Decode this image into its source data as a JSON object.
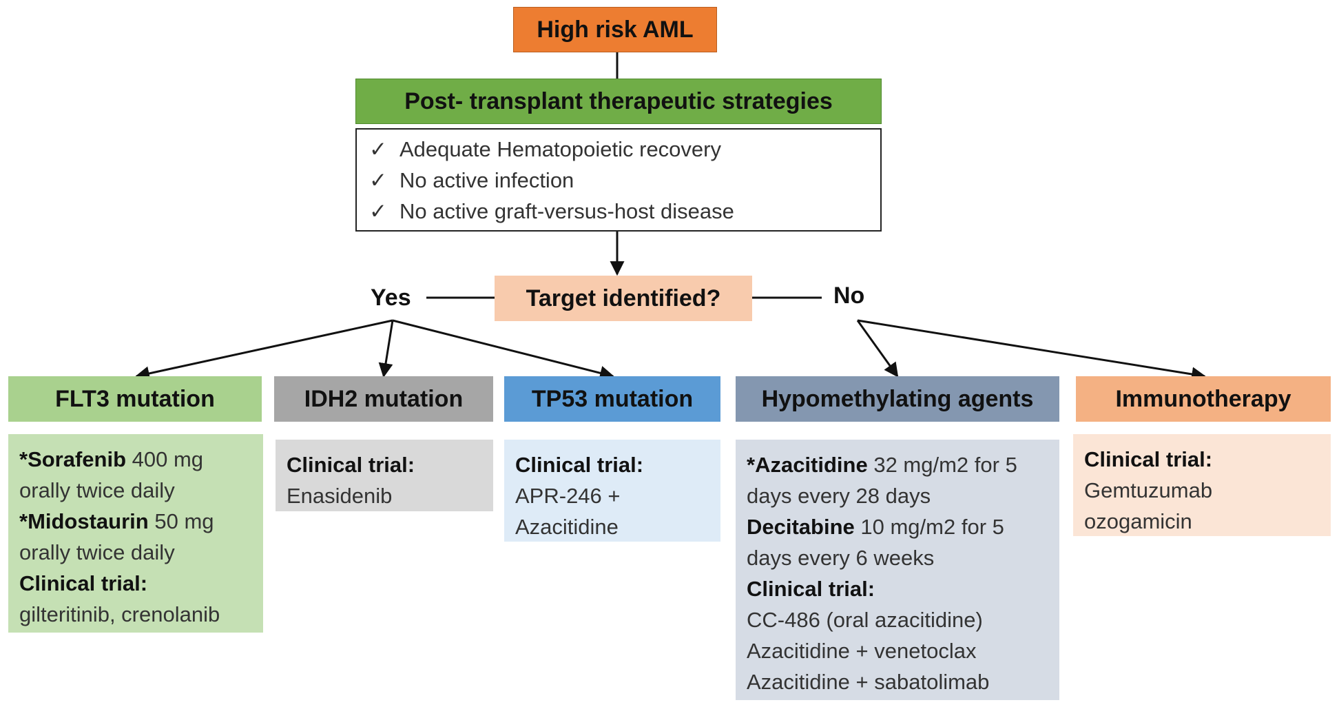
{
  "colors": {
    "root": "#ED7D31",
    "strategy": "#70AD47",
    "question": "#F8CBAD",
    "flt3_header": "#A9D18E",
    "flt3_body": "#C5E0B4",
    "idh2_header": "#A6A6A6",
    "idh2_body": "#D9D9D9",
    "tp53_header": "#5B9BD5",
    "tp53_body": "#DEEBF7",
    "hma_header": "#8497B0",
    "hma_body": "#D6DCE5",
    "immuno_header": "#F4B183",
    "immuno_body": "#FBE5D6"
  },
  "root": {
    "label": "High risk AML"
  },
  "strategy": {
    "title": "Post- transplant therapeutic strategies",
    "checks": [
      "Adequate Hematopoietic recovery",
      "No active infection",
      "No active graft-versus-host disease"
    ],
    "check_icon": "check-mark-icon"
  },
  "question": {
    "label": "Target identified?",
    "yes": "Yes",
    "no": "No"
  },
  "branches": {
    "flt3": {
      "title": "FLT3 mutation",
      "lines": [
        {
          "b": "*Sorafenib",
          "t": " 400 mg"
        },
        {
          "t": "orally twice daily"
        },
        {
          "b": "*Midostaurin",
          "t": " 50 mg"
        },
        {
          "t": "orally twice daily"
        },
        {
          "b": "Clinical trial:"
        },
        {
          "t": "gilteritinib, crenolanib"
        }
      ]
    },
    "idh2": {
      "title": "IDH2 mutation",
      "lines": [
        {
          "b": "Clinical trial:"
        },
        {
          "t": "Enasidenib"
        }
      ]
    },
    "tp53": {
      "title": "TP53 mutation",
      "lines": [
        {
          "b": "Clinical trial:"
        },
        {
          "t": "APR-246 +"
        },
        {
          "t": "Azacitidine"
        }
      ]
    },
    "hma": {
      "title": "Hypomethylating agents",
      "lines": [
        {
          "b": "*Azacitidine",
          "t": " 32 mg/m2 for 5"
        },
        {
          "t": "days every 28 days"
        },
        {
          "b": "Decitabine",
          "t": " 10 mg/m2 for 5"
        },
        {
          "t": "days every 6 weeks"
        },
        {
          "b": "Clinical trial:"
        },
        {
          "t": "CC-486 (oral azacitidine)"
        },
        {
          "t": "Azacitidine + venetoclax"
        },
        {
          "t": "Azacitidine + sabatolimab"
        }
      ]
    },
    "immuno": {
      "title": "Immunotherapy",
      "lines": [
        {
          "b": "Clinical trial:"
        },
        {
          "t": "Gemtuzumab"
        },
        {
          "t": "ozogamicin"
        }
      ]
    }
  }
}
